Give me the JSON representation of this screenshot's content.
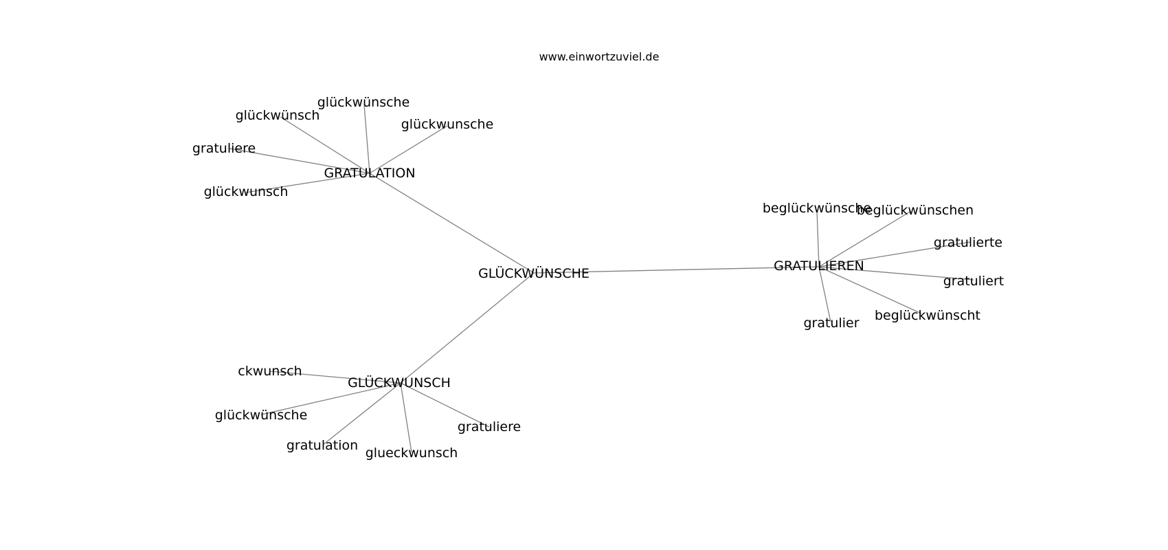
{
  "header": {
    "site": "www.einwortzuviel.de"
  },
  "graph": {
    "center": "GLÜCKWÜNSCHE",
    "hubs": {
      "gratulation": {
        "label": "GRATULATION",
        "leaves": [
          "glückwünsche",
          "glückwünsch",
          "glückwunsche",
          "gratuliere",
          "glückwunsch"
        ]
      },
      "gratulieren": {
        "label": "GRATULIEREN",
        "leaves": [
          "beglückwünsche",
          "beglückwünschen",
          "gratulierte",
          "gratuliert",
          "beglückwünscht",
          "gratulier"
        ]
      },
      "glueckwunsch": {
        "label": "GLÜCKWUNSCH",
        "leaves": [
          "ckwunsch",
          "glückwünsche",
          "gratuliere",
          "gratulation",
          "glueckwunsch"
        ]
      }
    }
  },
  "style": {
    "edge_color": "#808080",
    "text_color": "#000000",
    "background": "#ffffff"
  }
}
